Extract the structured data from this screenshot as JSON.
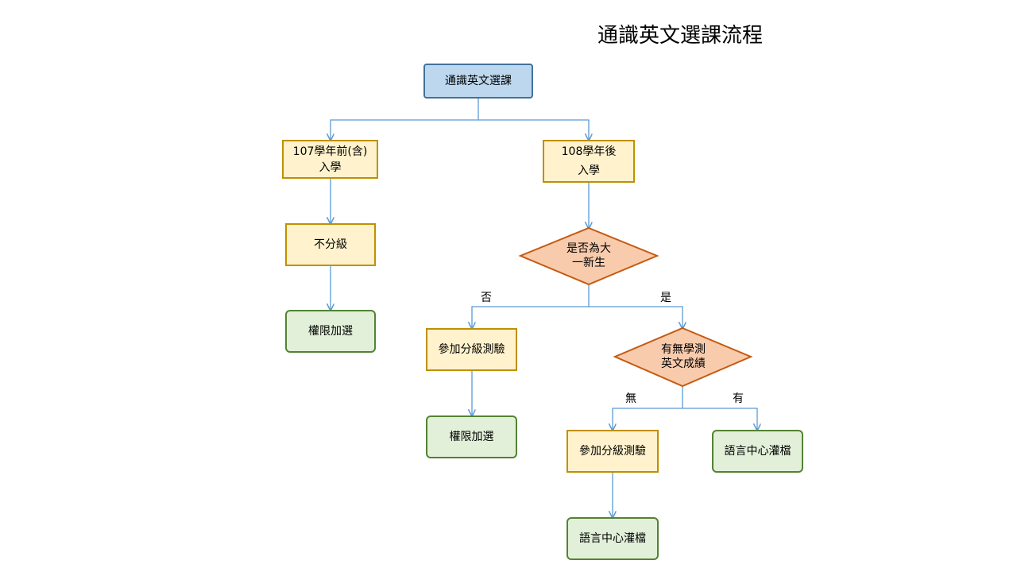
{
  "title": "通識英文選課流程",
  "nodes": {
    "start": "通識英文選課",
    "before107": "107學年前(含)\n入學",
    "after108": "108學年後\n入學",
    "no_level": "不分級",
    "perm_left": "權限加選",
    "q_freshman": "是否為大\n一新生",
    "test_left": "參加分級測驗",
    "perm_mid": "權限加選",
    "q_gsat": "有無學測\n英文成績",
    "test_right": "參加分級測驗",
    "lang_right": "語言中心灌檔",
    "lang_bottom": "語言中心灌檔"
  },
  "edge_labels": {
    "freshman_no": "否",
    "freshman_yes": "是",
    "gsat_no": "無",
    "gsat_yes": "有"
  },
  "colors": {
    "connector": "#5b9bd5",
    "decision_fill": "#f8cbad",
    "decision_border": "#c55a11"
  }
}
